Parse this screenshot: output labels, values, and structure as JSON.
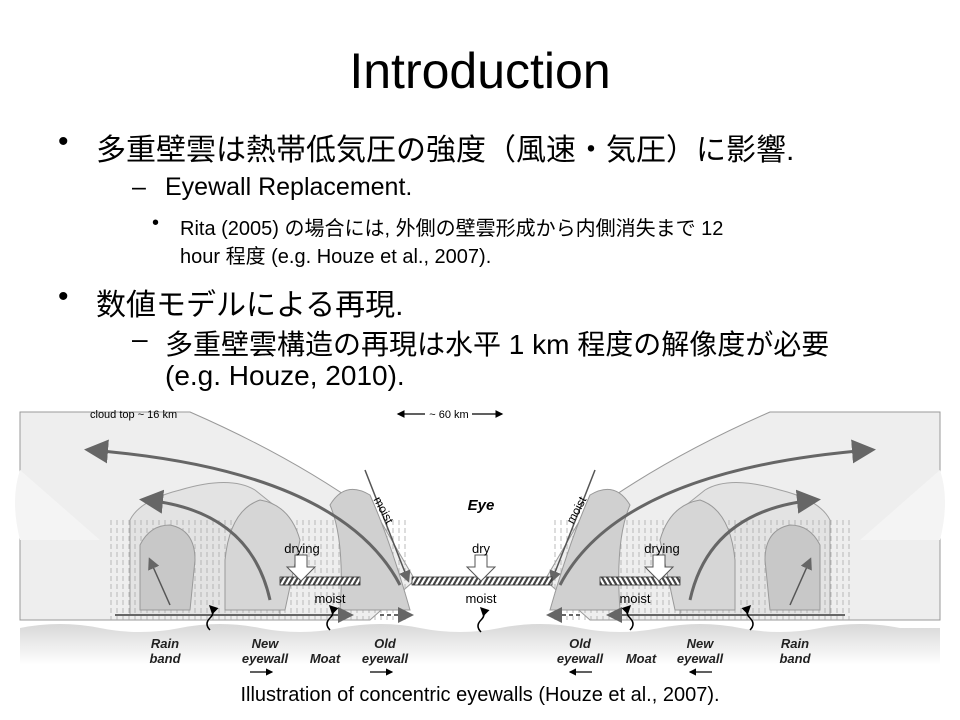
{
  "slide": {
    "title": "Introduction",
    "bullets": [
      {
        "text": "多重壁雲は熱帯低気圧の強度（風速・気圧）に影響.",
        "sub": [
          {
            "text": "Eyewall Replacement.",
            "sub": [
              {
                "line1": "Rita (2005) の場合には, 外側の壁雲形成から内側消失まで 12",
                "line2": "hour  程度 (e.g. Houze et al., 2007)."
              }
            ]
          }
        ]
      },
      {
        "text": "数値モデルによる再現.",
        "sub": [
          {
            "line1": "多重壁雲構造の再現は水平 1 km 程度の解像度が必要",
            "line2": "(e.g. Houze, 2010)."
          }
        ]
      }
    ],
    "bullet_symbol": "•",
    "dash_symbol": "–"
  },
  "figure": {
    "cloud_top": "cloud top ~ 16 km",
    "scale": "~ 60 km",
    "eye": "Eye",
    "drying": "drying",
    "dry": "dry",
    "moist": "moist",
    "labels_left": [
      {
        "l1": "Rain",
        "l2": "band"
      },
      {
        "l1": "New",
        "l2": "eyewall"
      },
      {
        "l1": "",
        "l2": "Moat"
      },
      {
        "l1": "Old",
        "l2": "eyewall"
      }
    ],
    "labels_right": [
      {
        "l1": "Old",
        "l2": "eyewall"
      },
      {
        "l1": "",
        "l2": "Moat"
      },
      {
        "l1": "New",
        "l2": "eyewall"
      },
      {
        "l1": "Rain",
        "l2": "band"
      }
    ]
  },
  "caption": "Illustration of concentric eyewalls (Houze et al., 2007)."
}
